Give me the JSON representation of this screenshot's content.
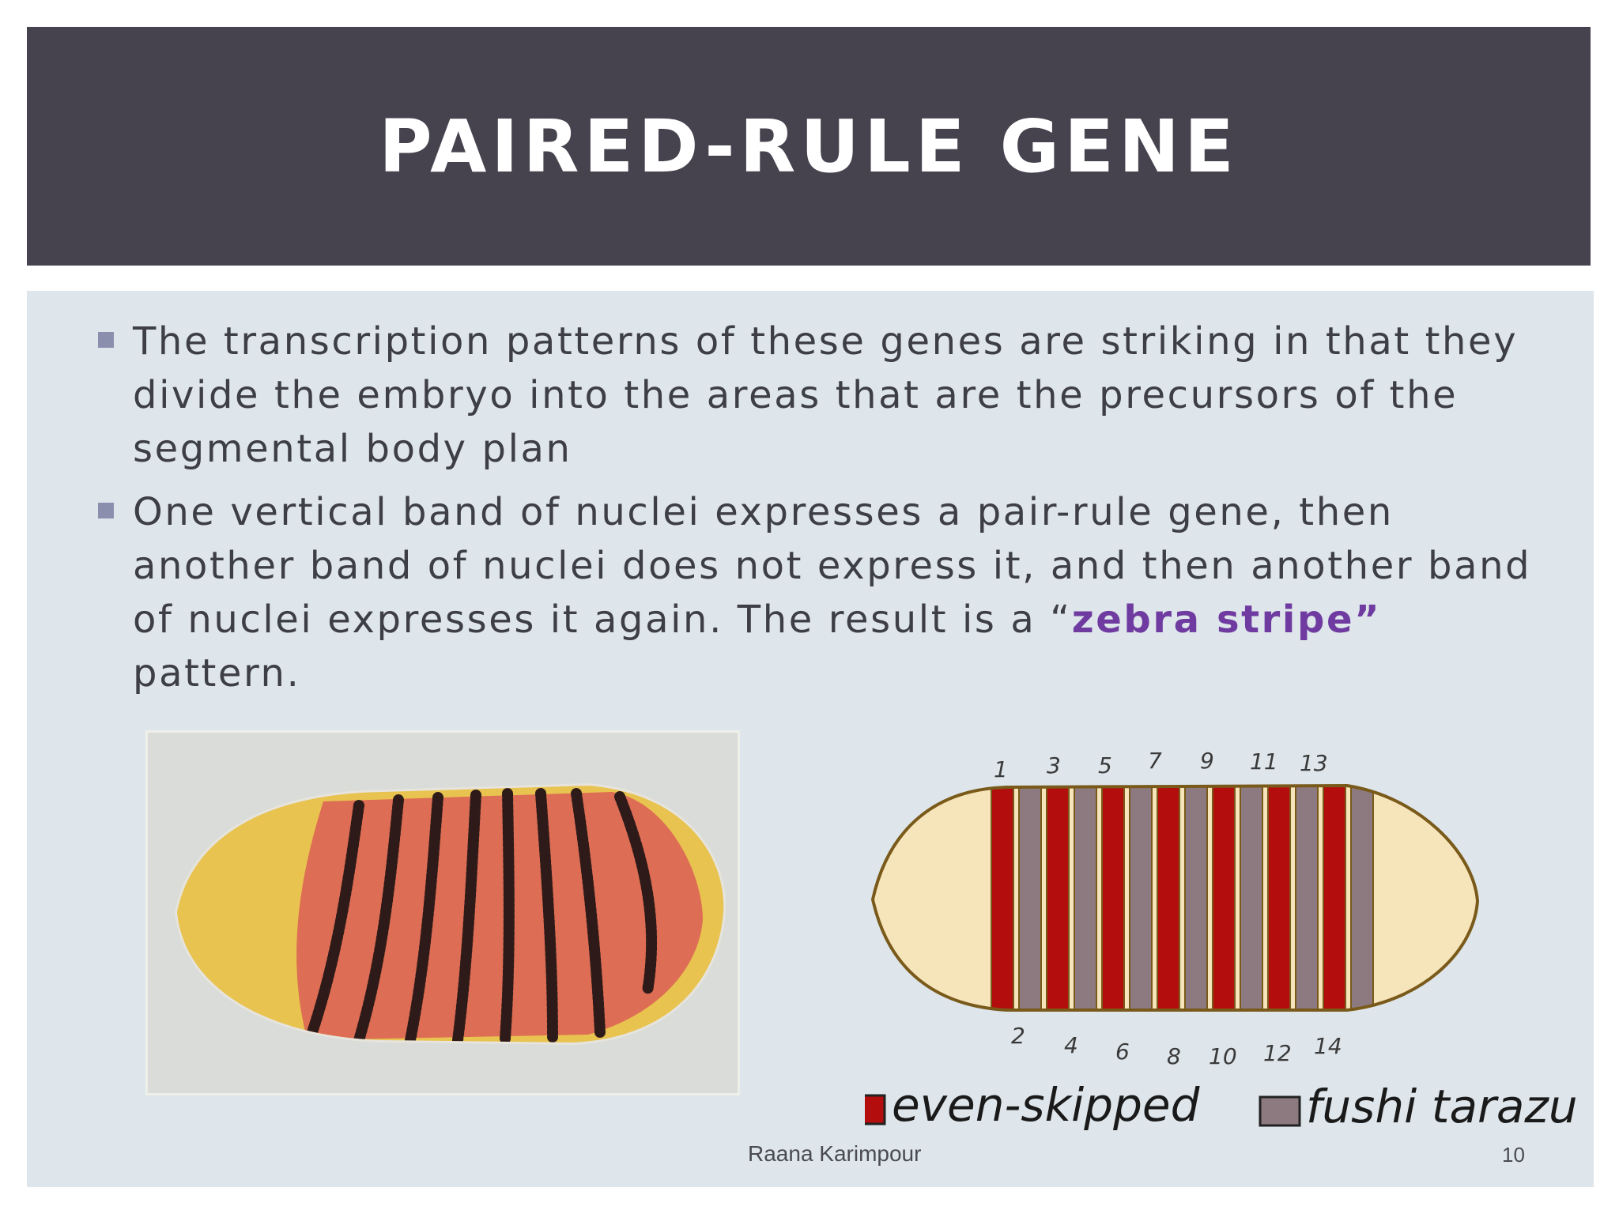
{
  "slide": {
    "title": "PAIRED-RULE GENE",
    "bullets": [
      {
        "text_before": "The transcription patterns of these genes are striking in that they divide the embryo into the areas that are the precursors of the segmental body plan",
        "highlight": "",
        "text_after": ""
      },
      {
        "text_before": "One vertical band of nuclei expresses a pair-rule gene, then another band of nuclei does not express it, and then another band of nuclei expresses it again. The result is a “",
        "highlight": "zebra stripe”",
        "text_after": " pattern."
      }
    ],
    "footer_author": "Raana Karimpour",
    "page_number": "10"
  },
  "diagram": {
    "top_labels": [
      "1",
      "3",
      "5",
      "7",
      "9",
      "11",
      "13"
    ],
    "bottom_labels": [
      "2",
      "4",
      "6",
      "8",
      "10",
      "12",
      "14"
    ],
    "legend": [
      {
        "label": "even-skipped",
        "color": "#b30d0d"
      },
      {
        "label": "fushi tarazu",
        "color": "#8c7a80"
      }
    ],
    "colors": {
      "embryo_fill": "#f6e4bb",
      "outline": "#7a5a1a",
      "even_skipped": "#b30d0d",
      "fushi_tarazu": "#8c7a80"
    }
  },
  "photo": {
    "colors": {
      "background": "#d9dcd8",
      "yolk": "#e8c24c",
      "stripe_tissue": "#dd6a50",
      "dark_stripe": "#2a1614"
    }
  }
}
